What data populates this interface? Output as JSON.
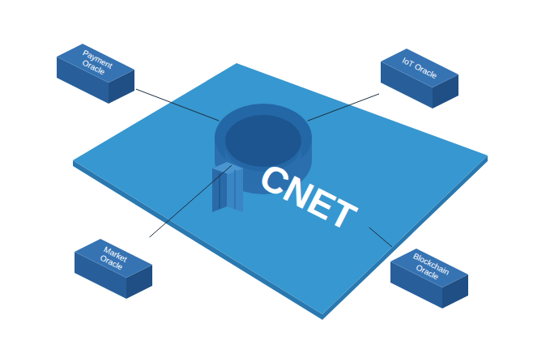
{
  "diagram": {
    "nodes": [
      {
        "text": [
          "Payment Oracle"
        ]
      },
      {
        "text": [
          "IoT Oracle"
        ]
      },
      {
        "text": [
          "CNET"
        ]
      },
      {
        "text": [
          "Market Oracle"
        ]
      },
      {
        "text": [
          "Blockchain Oracle"
        ]
      }
    ],
    "edges": [
      {
        "from": 0,
        "to": 2,
        "arrow": "none"
      },
      {
        "from": 1,
        "to": 2,
        "arrow": "none"
      },
      {
        "from": 3,
        "to": 2,
        "arrow": "none"
      },
      {
        "from": 4,
        "to": 2,
        "arrow": "none"
      }
    ]
  }
}
